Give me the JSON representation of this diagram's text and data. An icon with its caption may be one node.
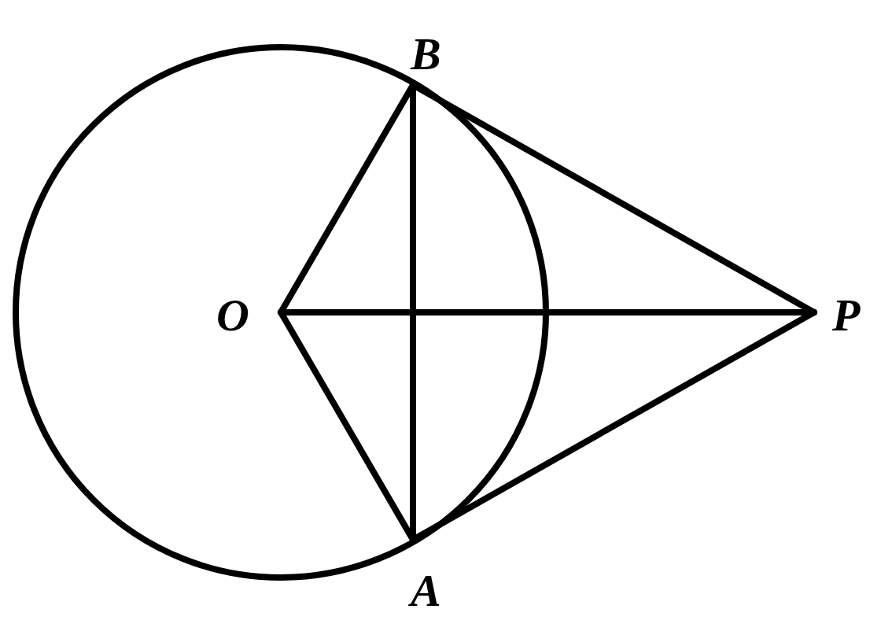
{
  "diagram": {
    "nodes": [
      {
        "text": [
          "B"
        ]
      },
      {
        "text": [
          "O"
        ]
      },
      {
        "text": [
          "P"
        ]
      },
      {
        "text": [
          "A"
        ]
      }
    ],
    "edges": [
      {
        "from": 0,
        "to": 1,
        "arrow": "none"
      },
      {
        "from": 0,
        "to": 3,
        "arrow": "none"
      },
      {
        "from": 0,
        "to": 2,
        "arrow": "none"
      },
      {
        "from": 1,
        "to": 3,
        "arrow": "none"
      },
      {
        "from": 1,
        "to": 2,
        "arrow": "none"
      },
      {
        "from": 3,
        "to": 2,
        "arrow": "none"
      }
    ]
  }
}
